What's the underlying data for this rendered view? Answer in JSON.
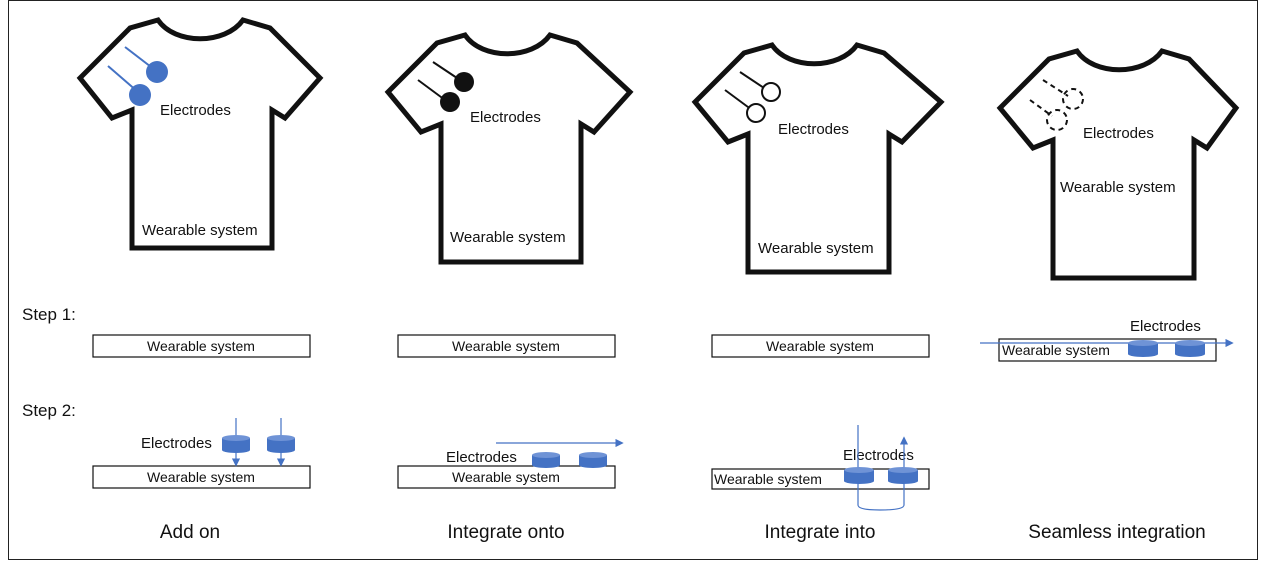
{
  "labels": {
    "electrodes": "Electrodes",
    "wearable_system": "Wearable system",
    "step1": "Step 1:",
    "step2": "Step 2:"
  },
  "columns": [
    {
      "id": "add-on",
      "caption": "Add on"
    },
    {
      "id": "integrate-onto",
      "caption": "Integrate onto"
    },
    {
      "id": "integrate-into",
      "caption": "Integrate into"
    },
    {
      "id": "seamless",
      "caption": "Seamless integration"
    }
  ],
  "colors": {
    "electrode_blue": "#4472c4",
    "electrode_black": "#111111",
    "outline": "#111111",
    "arrow": "#4472c4"
  }
}
